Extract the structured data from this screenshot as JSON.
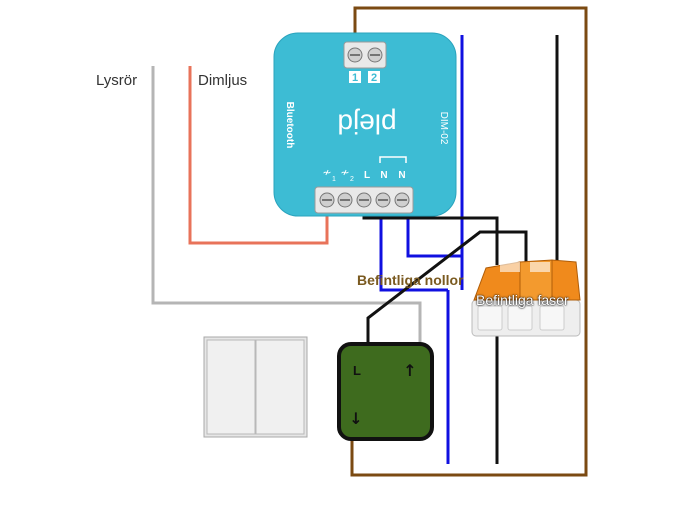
{
  "labels": {
    "lysror": "Lysrör",
    "dimljus": "Dimljus",
    "nollor": "Befintliga nollor",
    "faser": "Befintliga faser"
  },
  "device": {
    "brand": "plejd",
    "model": "DIM-02",
    "bluetooth": "Bluetooth",
    "top_terminals": [
      "1",
      "2"
    ],
    "bottom_terminal_marks": [
      "1",
      "2",
      "L",
      "N",
      "N"
    ],
    "color": "#3dbcd4"
  },
  "switch_box": {
    "marks": [
      "L",
      "↑",
      "↓"
    ],
    "color": "#3e6b1e"
  },
  "wire_colors": {
    "brown": "#7b4a12",
    "blue": "#1010e0",
    "black": "#111111",
    "grey": "#b5b5b5",
    "orange": "#e8735a"
  },
  "connector": {
    "color": "#f08a1c"
  }
}
